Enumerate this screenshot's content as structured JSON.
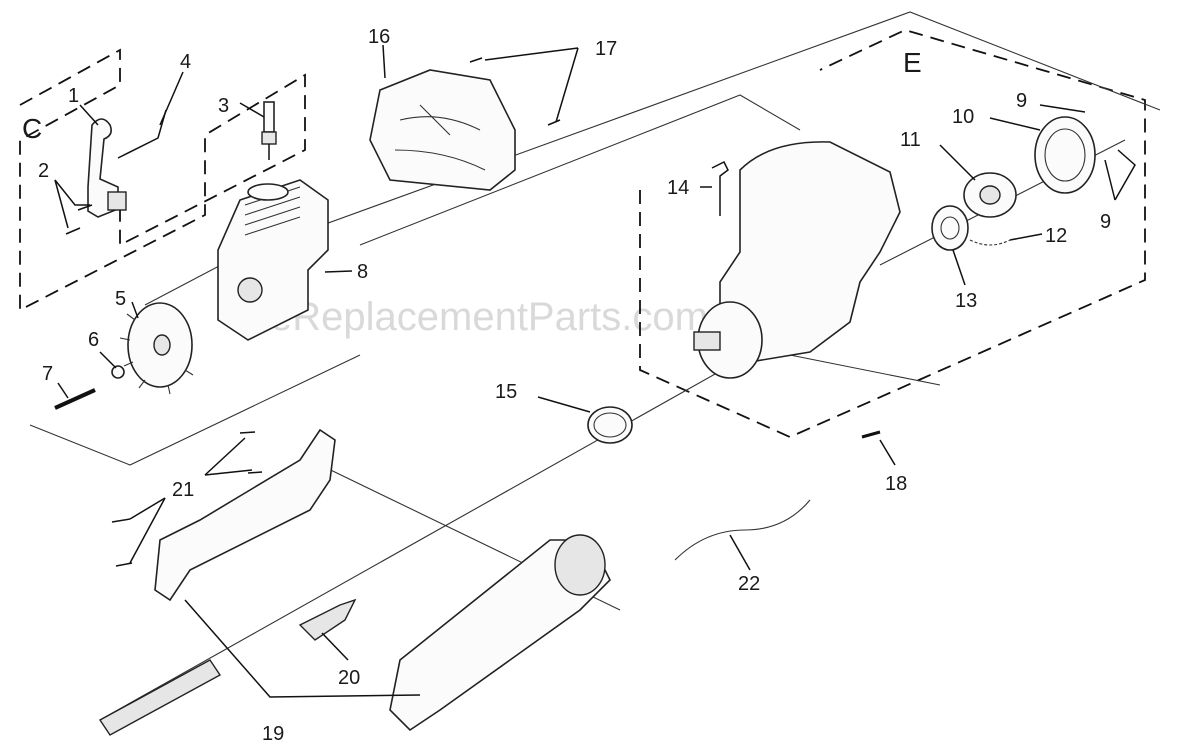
{
  "watermark": "eReplacementParts.com",
  "sections": {
    "C": "C",
    "E": "E"
  },
  "callouts": {
    "c1": "1",
    "c2": "2",
    "c3": "3",
    "c4": "4",
    "c5": "5",
    "c6": "6",
    "c7": "7",
    "c8": "8",
    "c9a": "9",
    "c9b": "9",
    "c10": "10",
    "c11": "11",
    "c12": "12",
    "c13": "13",
    "c14": "14",
    "c15": "15",
    "c16": "16",
    "c17": "17",
    "c18": "18",
    "c19": "19",
    "c20": "20",
    "c21": "21",
    "c22": "22"
  }
}
